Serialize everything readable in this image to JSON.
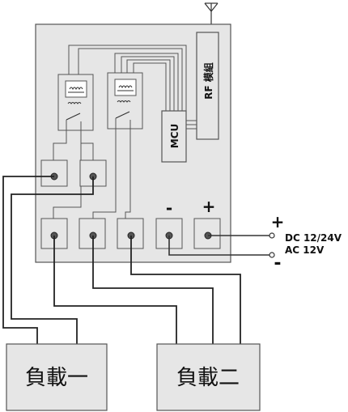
{
  "board": {
    "rf_module_label": "RF 模組",
    "mcu_label": "MCU"
  },
  "power": {
    "minus_terminal_symbol": "-",
    "plus_terminal_symbol": "+",
    "wire_plus_symbol": "+",
    "wire_minus_symbol": "-",
    "dc_label": "DC 12/24V",
    "ac_label": "AC 12V"
  },
  "loads": [
    {
      "label": "負載一"
    },
    {
      "label": "負載二"
    }
  ]
}
